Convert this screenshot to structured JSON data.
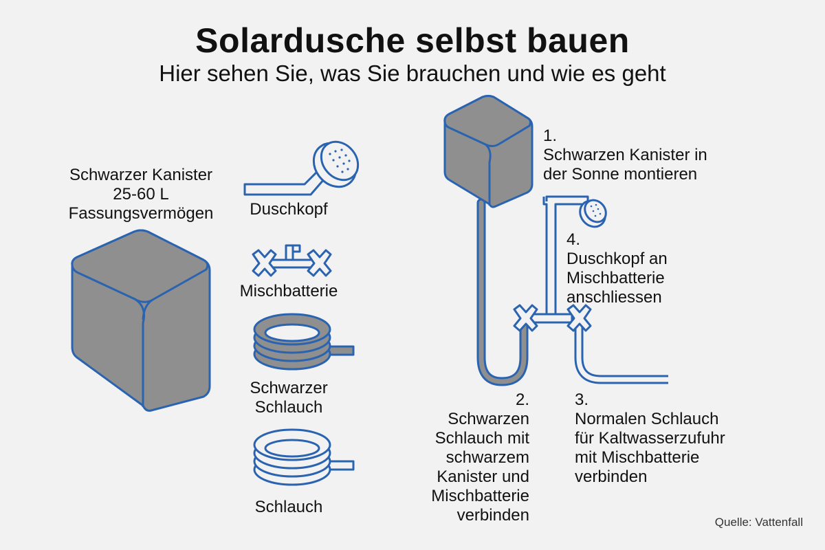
{
  "header": {
    "title": "Solardusche selbst bauen",
    "subtitle": "Hier sehen Sie, was Sie brauchen und wie es geht"
  },
  "materials": {
    "canister": [
      "Schwarzer Kanister",
      "25-60 L",
      "Fassungsvermögen"
    ],
    "shower_head": "Duschkopf",
    "mixer": "Mischbatterie",
    "black_hose": [
      "Schwarzer",
      "Schlauch"
    ],
    "hose": "Schlauch"
  },
  "steps": {
    "step1": {
      "number": "1.",
      "text": [
        "Schwarzen Kanister in",
        "der Sonne montieren"
      ]
    },
    "step2": {
      "number": "2.",
      "text": [
        "Schwarzen",
        "Schlauch mit",
        "schwarzem",
        "Kanister und",
        "Mischbatterie",
        "verbinden"
      ]
    },
    "step3": {
      "number": "3.",
      "text": [
        "Normalen Schlauch",
        "für Kaltwasserzufuhr",
        "mit Mischbatterie",
        "verbinden"
      ]
    },
    "step4": {
      "number": "4.",
      "text": [
        "Duschkopf an",
        "Mischbatterie",
        "anschliessen"
      ]
    }
  },
  "source": "Quelle: Vattenfall",
  "colors": {
    "outline": "#2a63b0",
    "fill_gray": "#8f8f8f",
    "background": "#f2f2f2"
  }
}
